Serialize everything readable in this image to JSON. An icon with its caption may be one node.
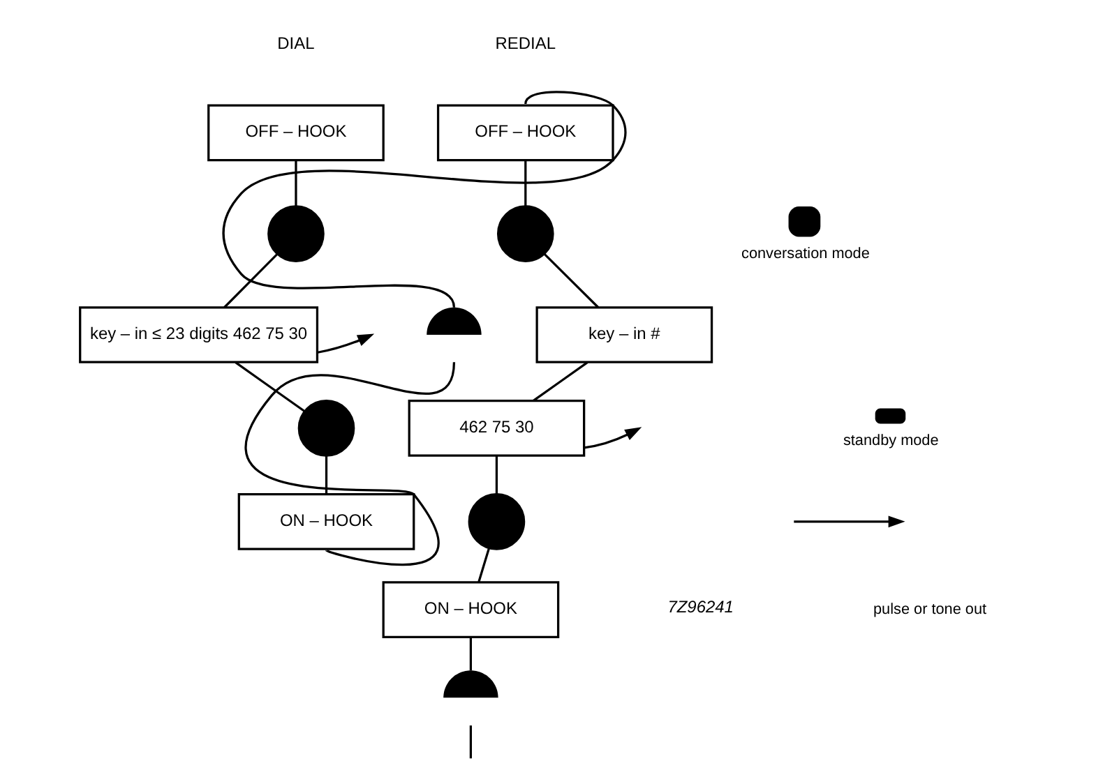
{
  "diagram": {
    "nodes": [
      {
        "text": [
          "OFF – HOOK"
        ]
      },
      {
        "text": [],
        "shape": "circle"
      },
      {
        "text": [
          "key – in ≤ 23 digits 462 75 30"
        ]
      },
      {
        "text": [],
        "shape": "circle"
      },
      {
        "text": [
          "ON – HOOK"
        ]
      },
      {
        "text": [],
        "shape": "semicircle"
      },
      {
        "text": [
          "OFF – HOOK"
        ]
      },
      {
        "text": [],
        "shape": "circle"
      },
      {
        "text": [
          "key – in #"
        ]
      },
      {
        "text": [
          "462 75 30"
        ]
      },
      {
        "text": [],
        "shape": "circle"
      },
      {
        "text": [
          "ON – HOOK"
        ]
      },
      {
        "text": [],
        "shape": "semicircle"
      }
    ],
    "edges": [
      {
        "from": 0,
        "to": 1,
        "arrow": "none"
      },
      {
        "from": 1,
        "to": 2,
        "arrow": "none"
      },
      {
        "from": 2,
        "to": 3,
        "arrow": "none"
      },
      {
        "from": 3,
        "to": 4,
        "arrow": "none"
      },
      {
        "from": 4,
        "to": 5,
        "arrow": "none"
      },
      {
        "from": 5,
        "to": 6,
        "arrow": "none"
      },
      {
        "from": 6,
        "to": 7,
        "arrow": "none"
      },
      {
        "from": 7,
        "to": 8,
        "arrow": "none"
      },
      {
        "from": 8,
        "to": 9,
        "arrow": "none"
      },
      {
        "from": 9,
        "to": 10,
        "arrow": "none"
      },
      {
        "from": 10,
        "to": 11,
        "arrow": "none"
      },
      {
        "from": 11,
        "to": 12,
        "arrow": "none"
      },
      {
        "from": 2,
        "to": null,
        "arrow": "to"
      },
      {
        "from": 9,
        "to": null,
        "arrow": "to"
      },
      {
        "from": 12,
        "to": null,
        "arrow": "none"
      }
    ],
    "labels": [
      "DIAL",
      "REDIAL",
      "7Z96241"
    ],
    "legend": [
      {
        "text": "conversation mode"
      },
      {
        "text": "standby mode"
      },
      {
        "text": "pulse or tone out"
      }
    ]
  }
}
